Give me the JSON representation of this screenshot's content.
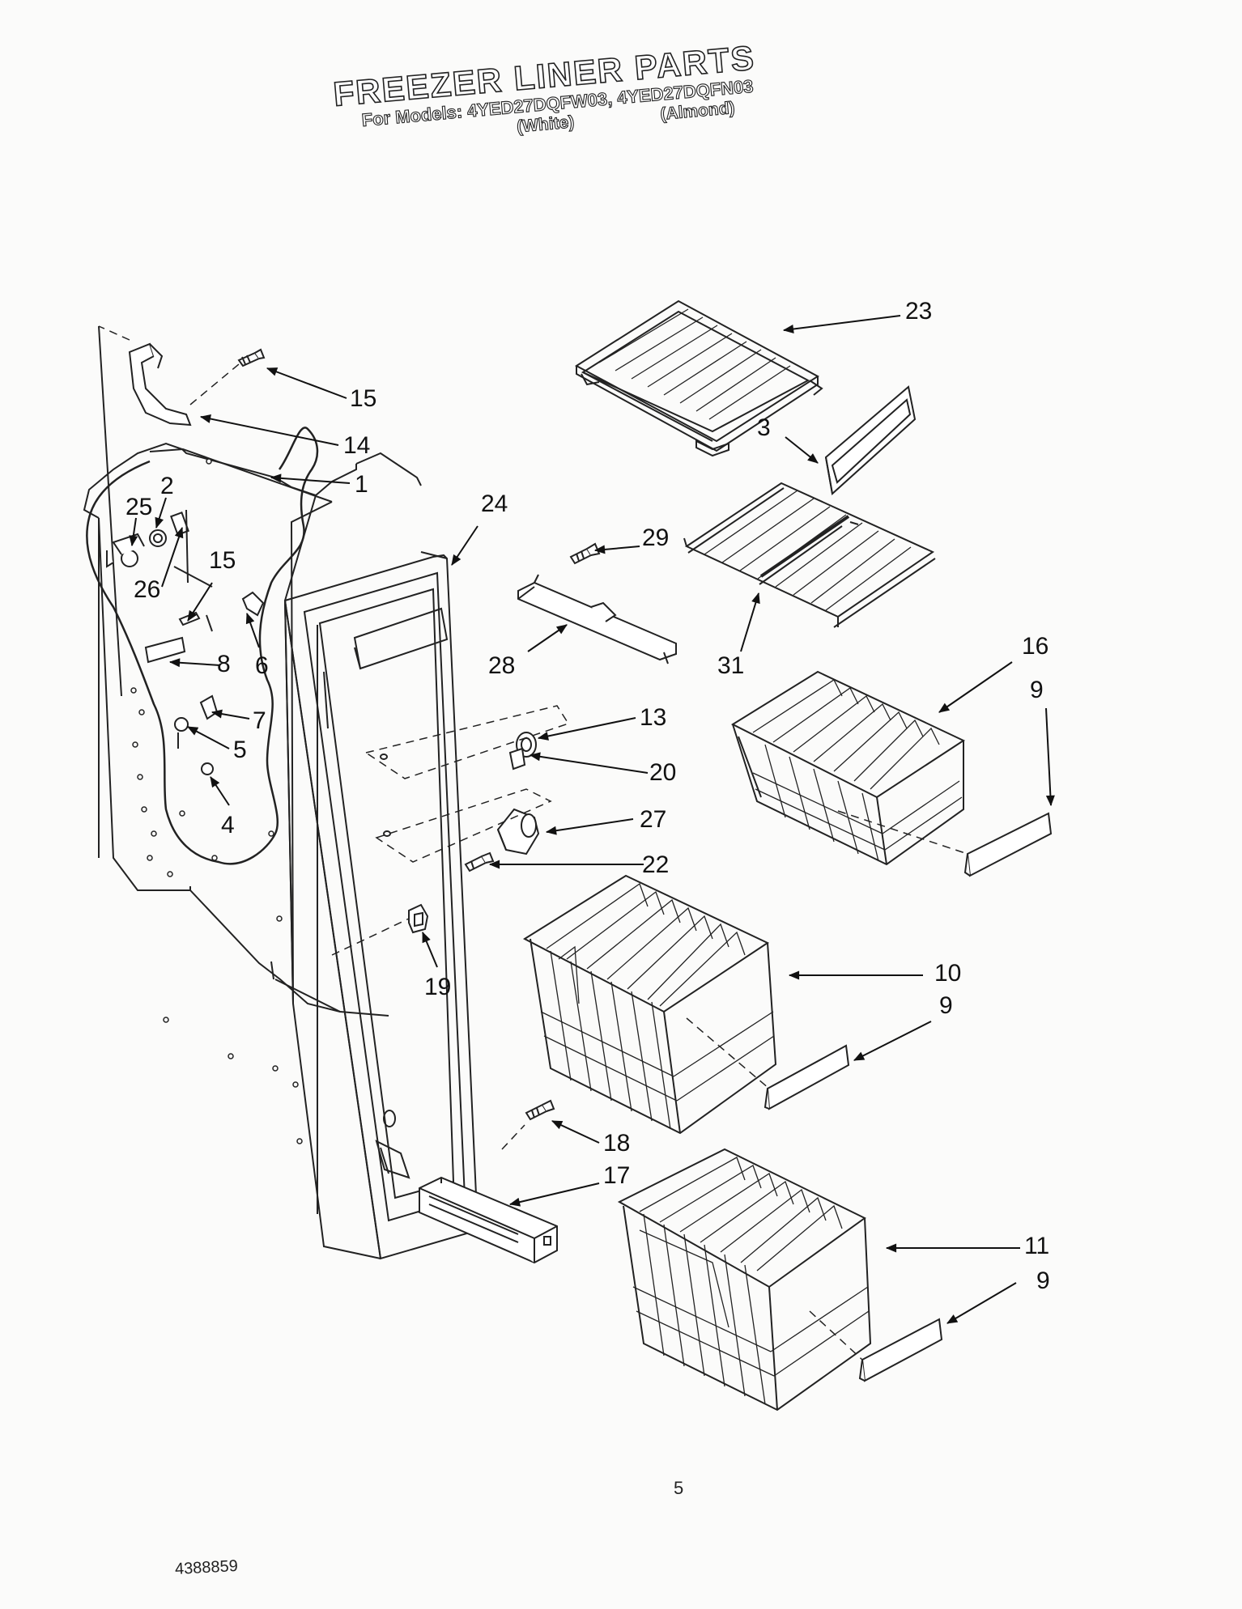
{
  "title": {
    "main": "FREEZER LINER PARTS",
    "models": "For Models: 4YED27DQFW03, 4YED27DQFN03",
    "variant_white": "(White)",
    "variant_almond": "(Almond)"
  },
  "callouts": [
    "23",
    "15",
    "14",
    "1",
    "3",
    "25",
    "2",
    "24",
    "29",
    "15",
    "26",
    "6",
    "8",
    "28",
    "31",
    "16",
    "9",
    "7",
    "13",
    "5",
    "20",
    "4",
    "27",
    "22",
    "19",
    "10",
    "9",
    "18",
    "17",
    "11",
    "9"
  ],
  "footer": {
    "page_number": "5",
    "document_number": "4388859"
  }
}
